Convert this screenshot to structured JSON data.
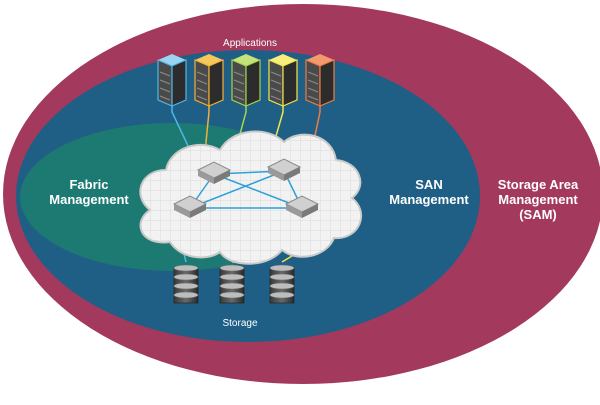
{
  "labels": {
    "applications": "Applications",
    "storage": "Storage",
    "fabric": [
      "Fabric",
      "Management"
    ],
    "san": [
      "SAN",
      "Management"
    ],
    "sam": [
      "Storage Area",
      "Management",
      "(SAM)"
    ]
  },
  "servers": [
    {
      "name": "server-1",
      "line_color": "#4fb7e8",
      "accent": "#9bd4f0"
    },
    {
      "name": "server-2",
      "line_color": "#f0b23a",
      "accent": "#f6c85a"
    },
    {
      "name": "server-3",
      "line_color": "#a6d44e",
      "accent": "#c4e37a"
    },
    {
      "name": "server-4",
      "line_color": "#f2e64a",
      "accent": "#f7ee7c"
    },
    {
      "name": "server-5",
      "line_color": "#ef7b45",
      "accent": "#f39a6c"
    }
  ],
  "storage_units": [
    {
      "name": "storage-1",
      "line_color": "#4fb7e8"
    },
    {
      "name": "storage-2",
      "line_color": "#a6d44e"
    },
    {
      "name": "storage-3",
      "line_color": "#f2e64a"
    }
  ],
  "colors": {
    "sam": "#a3395c",
    "san": "#1f5f86",
    "fabric": "#1d7a73",
    "cloud": "#f2f2f2",
    "switch": "#b8b8b8",
    "switch_link": "#2ea0d8"
  }
}
